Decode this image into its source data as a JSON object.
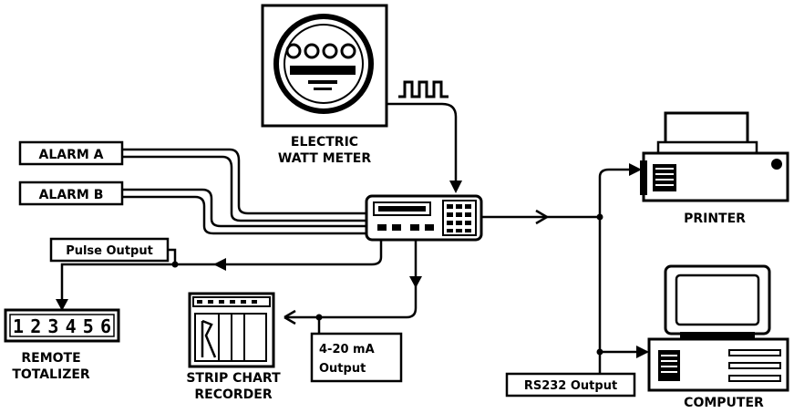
{
  "labels": {
    "meter_line1": "ELECTRIC",
    "meter_line2": "WATT METER",
    "alarm_a": "ALARM A",
    "alarm_b": "ALARM B",
    "pulse_output": "Pulse Output",
    "totalizer_digits": "123456",
    "totalizer_line1": "REMOTE",
    "totalizer_line2": "TOTALIZER",
    "recorder_line1": "STRIP CHART",
    "recorder_line2": "RECORDER",
    "ma_line1": "4-20 mA",
    "ma_line2": "Output",
    "printer": "PRINTER",
    "rs232_output": "RS232 Output",
    "computer": "COMPUTER"
  }
}
